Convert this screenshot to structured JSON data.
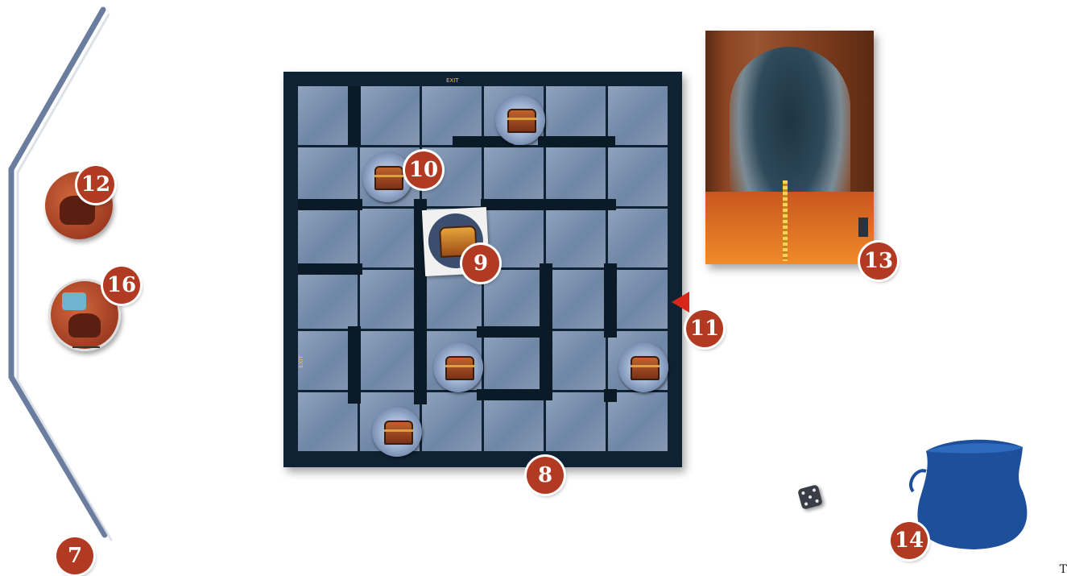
{
  "callouts": {
    "c7": "7",
    "c8": "8",
    "c9": "9",
    "c10": "10",
    "c11": "11",
    "c12": "12",
    "c13": "13",
    "c14": "14",
    "c16": "16"
  },
  "board": {
    "exit_label_top": "EXIT",
    "exit_label_left": "EXIT"
  },
  "corner_text": "T",
  "colors": {
    "callout": "#b23a22",
    "board_frame": "#0f2233",
    "tile": "#7f93b0",
    "wall": "#0b1a27",
    "screen_line": "#6a7d9e",
    "bag": "#1e4f9a"
  }
}
